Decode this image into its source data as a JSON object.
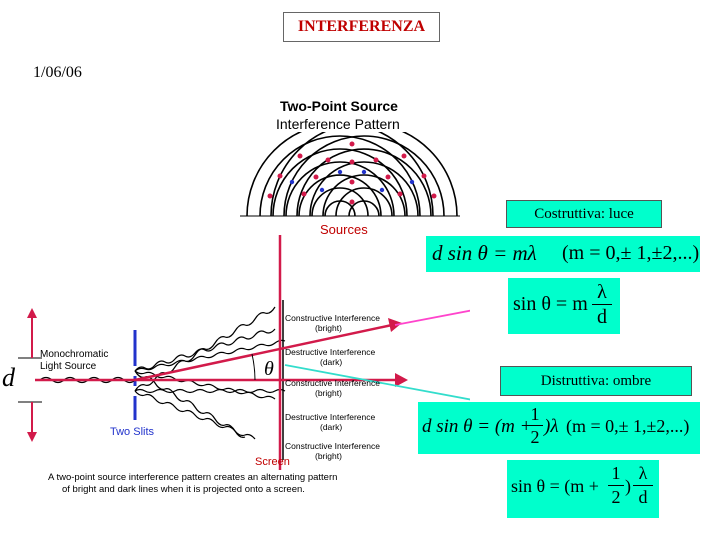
{
  "title": "INTERFERENZA",
  "date": "1/06/06",
  "diagram1": {
    "title_line1": "Two-Point Source",
    "title_line2": "Interference Pattern",
    "sources_label": "Sources"
  },
  "diagram2": {
    "light_source_line1": "Monochromatic",
    "light_source_line2": "Light Source",
    "two_slits": "Two Slits",
    "screen": "Screen",
    "d_symbol": "d",
    "theta_symbol": "θ",
    "bands": [
      {
        "label": "Constructive Interference",
        "sub": "(bright)"
      },
      {
        "label": "Destructive Interference",
        "sub": "(dark)"
      },
      {
        "label": "Constructive Interference",
        "sub": "(bright)"
      },
      {
        "label": "Destructive Interference",
        "sub": "(dark)"
      },
      {
        "label": "Constructive Interference",
        "sub": "(bright)"
      }
    ],
    "caption_line1": "A two-point source interference pattern creates an alternating pattern",
    "caption_line2": "of bright and dark lines when it is projected onto a screen."
  },
  "constructive": {
    "label": "Costruttiva:  luce",
    "eq_main": "d sin θ = mλ",
    "eq_range": "(m = 0,± 1,±2,...)",
    "eq_simple_left": "sin θ = m",
    "frac_num": "λ",
    "frac_den": "d"
  },
  "destructive": {
    "label": "Distruttiva: ombre",
    "eq_main_left": "d sin θ = (m +",
    "eq_main_right": ")λ",
    "half_num": "1",
    "half_den": "2",
    "eq_range": "(m = 0,± 1,±2,...)",
    "eq_simple_left": "sin θ = (m +",
    "eq_simple_right": ")",
    "frac_num": "λ",
    "frac_den": "d"
  },
  "colors": {
    "accent_cyan": "#00ffcc",
    "title_red": "#c00000",
    "crimson_lines": "#d21a4a",
    "pink_arrow": "#ff44cc",
    "teal_arrow": "#33ddcc",
    "slit_blue": "#2233cc"
  }
}
